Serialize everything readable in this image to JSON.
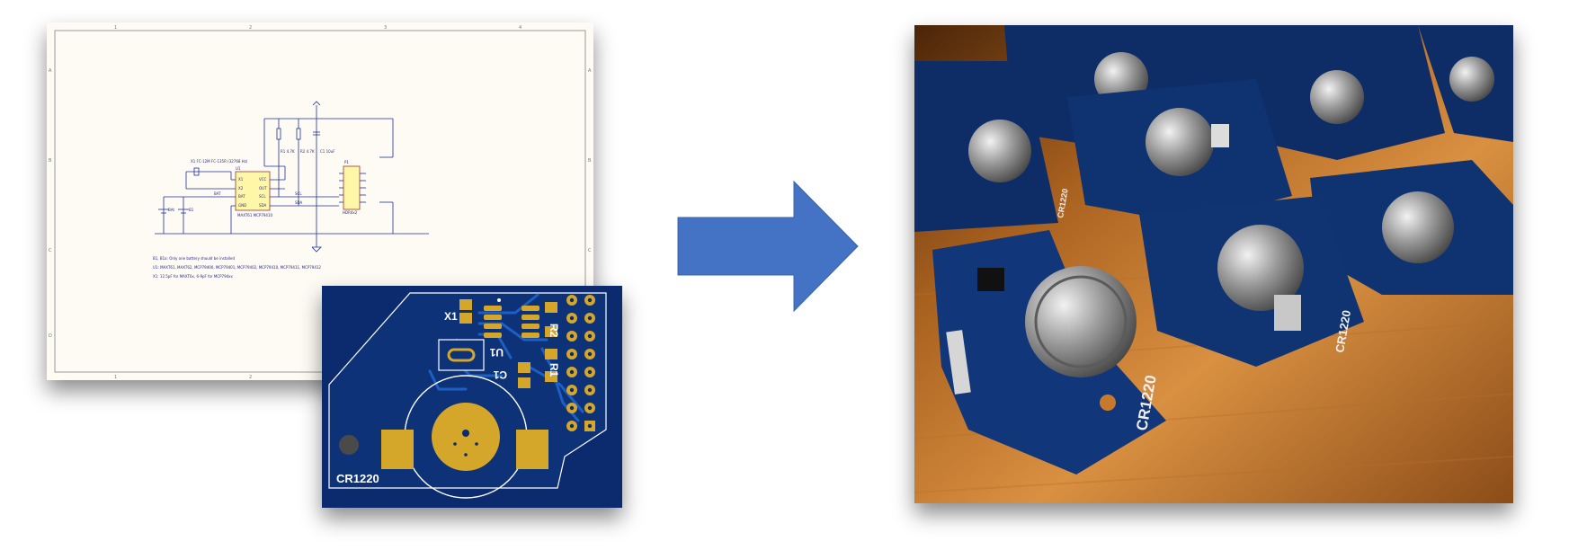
{
  "schematic": {
    "row_labels": [
      "A",
      "B",
      "C",
      "D"
    ],
    "col_labels": [
      "1",
      "2",
      "3",
      "4"
    ],
    "crystal_label": "X1   FC-12M FC-135R (32768 Hz)",
    "battery_net_label": "BAT",
    "b1_label": "B1",
    "bat_label": "BAt",
    "u1_ref": "U1",
    "u1_part": "MAXT61 MCP79410",
    "u1_pins_left": [
      "X1",
      "X2",
      "BAT",
      "GND"
    ],
    "u1_pins_right": [
      "VCC",
      "OUT",
      "SCL",
      "SDA"
    ],
    "r1_label": "R1\n4.7K",
    "r2_label": "R2\n4.7K",
    "c1_label": "C1\n10uF",
    "p1_ref": "P1",
    "p1_part": "HDR4x2",
    "net_scl": "SCL",
    "net_sda": "SDA",
    "note1": "B1, B1a: Only one battery should be installed",
    "note2": "U1: MAXT61, MAXT62, MCP79400, MCP79401, MCP79402, MCP79410, MCP79411, MCP79412",
    "note3": "X1: 12.5pF for MAXT6x, 6-9pF for MCP794xx"
  },
  "pcb": {
    "labels": {
      "x1": "X1",
      "r2": "R2",
      "r1": "R1",
      "u1": "U1",
      "c1": "C1",
      "battery": "CR1220"
    },
    "colors": {
      "board": "#0b2b6e",
      "pad": "#d4a62a",
      "trace": "#1e5fc4",
      "silk": "#ffffff"
    }
  },
  "arrow": {
    "color": "#4472c4"
  },
  "photo": {
    "board_labels": [
      "CR1220",
      "CR1220",
      "CR1220"
    ],
    "colors": {
      "wood": "#c77a2e",
      "board": "#0e2d66",
      "metal": "#b8b8b8"
    }
  }
}
